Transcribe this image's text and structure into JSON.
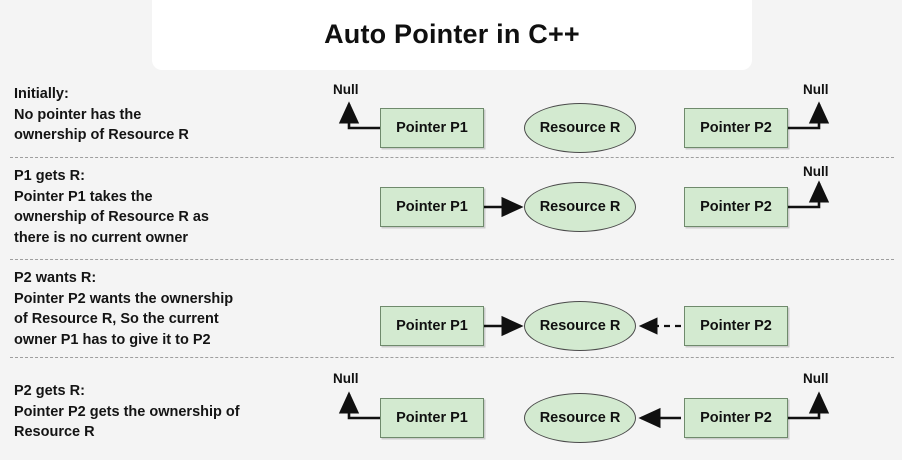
{
  "header": {
    "title": "Auto Pointer in C++",
    "card_bg": "#ffffff"
  },
  "theme": {
    "page_bg": "#f4f4f4",
    "node_fill": "#d3ead0",
    "node_stroke": "#6f8a6c",
    "ellipse_stroke": "#4b4b4b",
    "text_color": "#141414",
    "separator_color": "#9e9e9e"
  },
  "labels": {
    "pointer_p1": "Pointer P1",
    "pointer_p2": "Pointer P2",
    "resource_r": "Resource R",
    "null": "Null"
  },
  "rows": [
    {
      "id": "initially",
      "heading": "Initially:",
      "lines": [
        "No pointer has the",
        "ownership of Resource R"
      ],
      "p1_null": true,
      "p2_null": true,
      "arrow": "none",
      "arrow_style": "none"
    },
    {
      "id": "p1-gets-r",
      "heading": "P1 gets R:",
      "lines": [
        "Pointer P1 takes the",
        "ownership of Resource R as",
        "there is no current owner"
      ],
      "p1_null": false,
      "p2_null": true,
      "arrow": "p1-to-r",
      "arrow_style": "solid"
    },
    {
      "id": "p2-wants-r",
      "heading": "P2 wants R:",
      "lines": [
        "Pointer P2 wants the ownership",
        "of Resource R, So the current",
        "owner P1 has to give it to P2"
      ],
      "p1_null": false,
      "p2_null": false,
      "arrow": "p1-to-r-and-p2-to-r-dashed",
      "arrow_style": "mixed"
    },
    {
      "id": "p2-gets-r",
      "heading": "P2 gets R:",
      "lines": [
        "Pointer P2 gets the ownership of",
        "Resource R"
      ],
      "p1_null": true,
      "p2_null": true,
      "arrow": "p2-to-r",
      "arrow_style": "solid"
    }
  ]
}
